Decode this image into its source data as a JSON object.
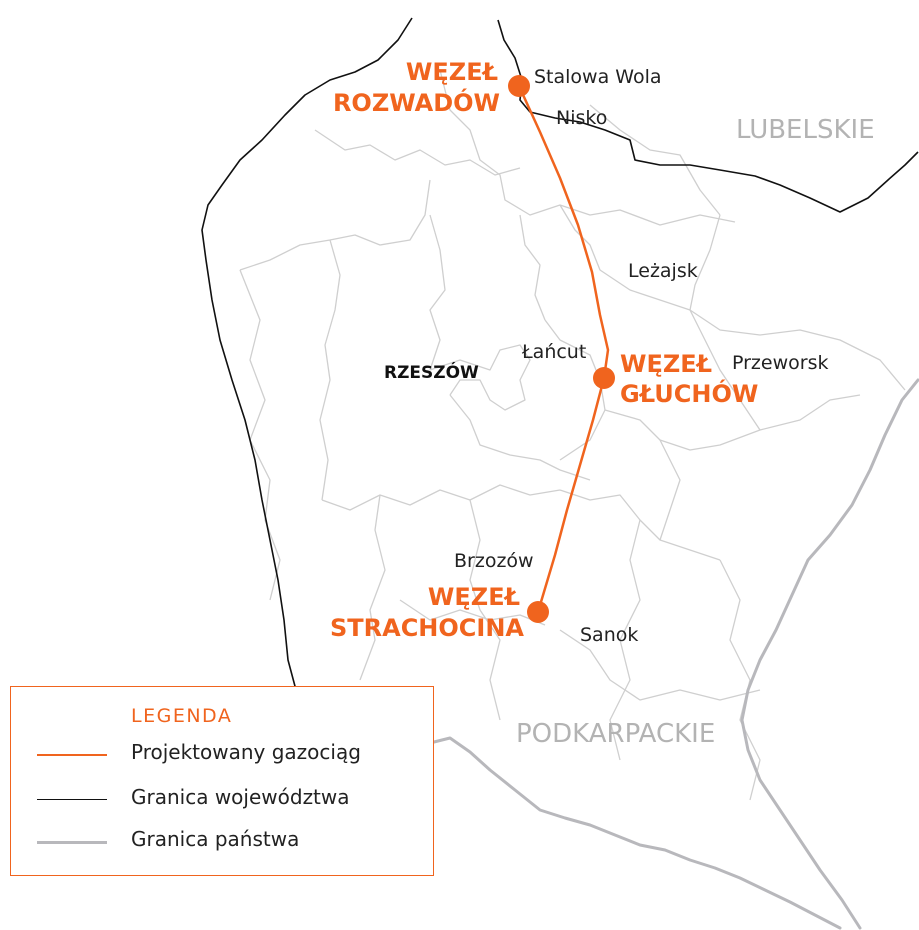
{
  "colors": {
    "pipeline": "#f0641e",
    "voivodeship_border": "#111111",
    "country_border": "#b8b8bc",
    "county_border": "#cfcfcf"
  },
  "map": {
    "regions": {
      "lubelskie": "LUBELSKIE",
      "podkarpackie": "PODKARPACKIE"
    },
    "capital": "RZESZÓW",
    "cities": {
      "stalowa_wola": "Stalowa Wola",
      "nisko": "Nisko",
      "lezajsk": "Leżajsk",
      "lancut": "Łańcut",
      "przeworsk": "Przeworsk",
      "brzozow": "Brzozów",
      "sanok": "Sanok"
    },
    "nodes": {
      "rozwadow": {
        "line1": "WĘZEŁ",
        "line2": "ROZWADÓW"
      },
      "gluchow": {
        "line1": "WĘZEŁ",
        "line2": "GŁUCHÓW"
      },
      "strachocina": {
        "line1": "WĘZEŁ",
        "line2": "STRACHOCINA"
      }
    }
  },
  "legend": {
    "title": "LEGENDA",
    "items": [
      {
        "label": "Projektowany gazociąg"
      },
      {
        "label": "Granica województwa"
      },
      {
        "label": "Granica państwa"
      }
    ]
  }
}
